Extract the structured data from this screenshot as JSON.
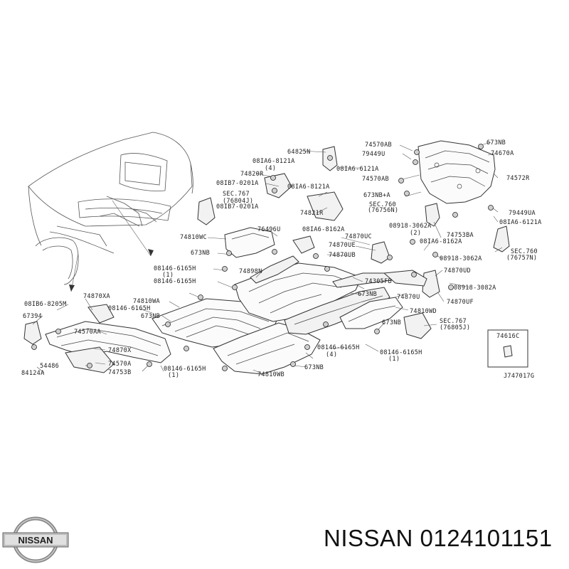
{
  "diagram": {
    "labels": [
      "64825N",
      "74570AB",
      "673NB",
      "74670A",
      "79449U",
      "08IA6-8121A",
      "(4)",
      "08IA6-6121A",
      "74570AB",
      "74572R",
      "74820R",
      "08IB7-0201A",
      "SEC.767",
      "(76804J)",
      "08IB7-0201A",
      "08IA6-8121A",
      "673NB+A",
      "SEC.760",
      "(76756N)",
      "74821R",
      "79449UA",
      "08IA6-6121A",
      "74810WC",
      "76496U",
      "08IA6-8162A",
      "08918-3062A",
      "74870UC",
      "74753BA",
      "673NB",
      "74870UE",
      "08IA6-8162A",
      "SEC.760",
      "(76757N)",
      "74870UB",
      "08918-3062A",
      "08146-6165H",
      "74898N",
      "74870UD",
      "08146-6165H",
      "74810WA",
      "74305FB",
      "08918-3082A",
      "673NB",
      "74870U",
      "74870UF",
      "08IB6-8205M",
      "74870XA",
      "08146-6165H",
      "67394",
      "673NB",
      "74810WD",
      "74570AA",
      "SEC.767",
      "(76805J)",
      "673NB",
      "74870X",
      "08146-6165H",
      "54486",
      "74570A",
      "673NB",
      "08146-6165H",
      "84124A",
      "74753B",
      "08146-6165H",
      "74810WB",
      "74616C",
      "J747017G"
    ],
    "qty": [
      "(4)",
      "(2)",
      "(1)",
      "(4)"
    ]
  },
  "brand": {
    "logo_text": "NISSAN",
    "caption": "NISSAN 0124101151"
  }
}
